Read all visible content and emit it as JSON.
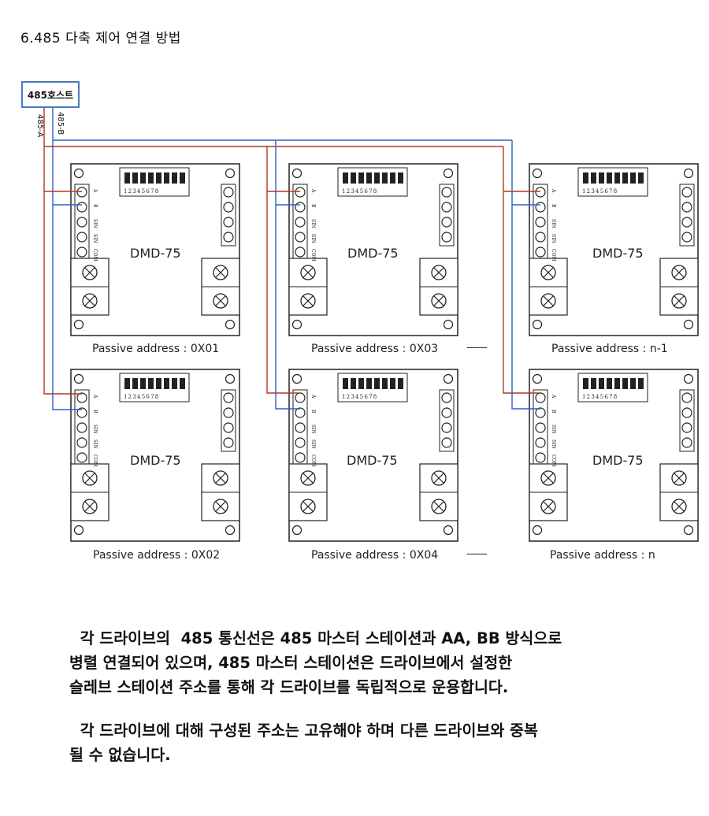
{
  "title": "6.485  다축 제어 연결 방법",
  "host": {
    "label": "485호스트",
    "wire_a": "485-A",
    "wire_b": "485-B"
  },
  "boards": [
    {
      "name": "DMD-75",
      "address": "Passive address : 0X01"
    },
    {
      "name": "DMD-75",
      "address": "Passive address : 0X02"
    },
    {
      "name": "DMD-75",
      "address": "Passive address : 0X03"
    },
    {
      "name": "DMD-75",
      "address": "Passive address : 0X04"
    },
    {
      "name": "DMD-75",
      "address": "Passive address : n-1"
    },
    {
      "name": "DMD-75",
      "address": "Passive address : n"
    }
  ],
  "continuation": "-------",
  "dip_numbers": "1 2 3 4 5 6 7 8",
  "paragraphs": [
    [
      "  각 드라이브의  485 통신선은 485 마스터 스테이션과 AA, BB 방식으로",
      "병렬 연결되어 있으며, 485 마스터 스테이션은 드라이브에서 설정한",
      "슬레브 스테이션 주소를 통해 각 드라이브를 독립적으로 운용합니다."
    ],
    [
      "  각 드라이브에 대해 구성된 주소는 고유해야 하며 다른 드라이브와 중복",
      "될 수 없습니다."
    ]
  ],
  "colors": {
    "wire_a": "#b03a1a",
    "wire_b": "#2d5fd0",
    "board_border": "#222222",
    "host_border": "#4a78c2"
  }
}
